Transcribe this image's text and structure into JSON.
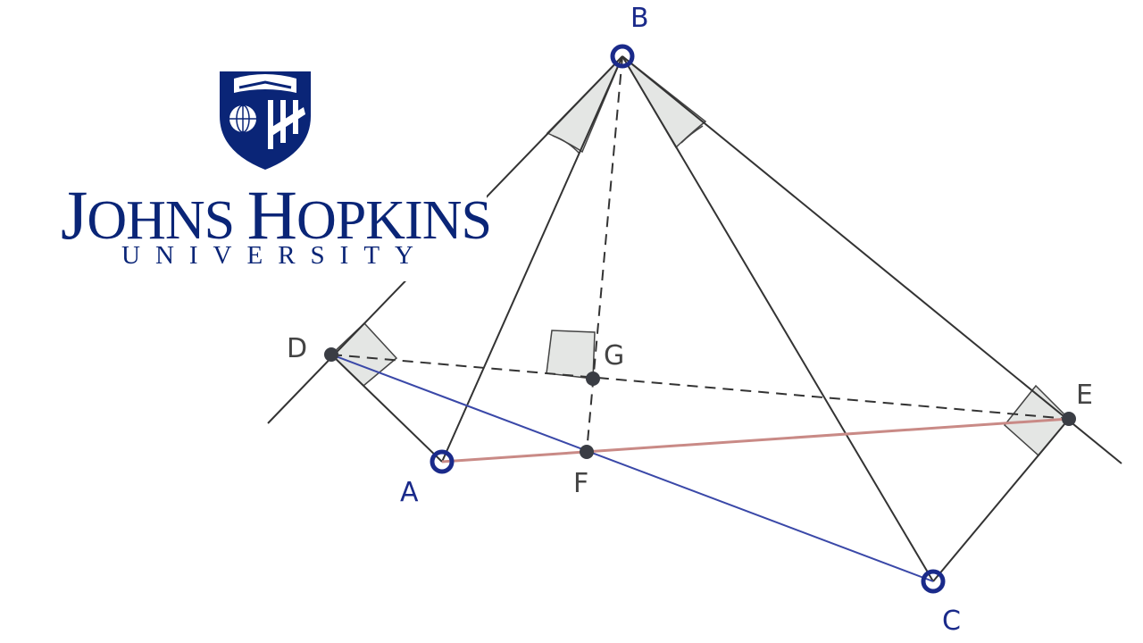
{
  "logo": {
    "name_line": "JOHNS HOPKINS",
    "name_first": "J",
    "name_rest1": "OHNS ",
    "name_h": "H",
    "name_rest2": "OPKINS",
    "subline": "UNIVERSITY",
    "color": "#0a2577"
  },
  "diagram": {
    "points": {
      "A": "A",
      "B": "B",
      "C": "C",
      "D": "D",
      "E": "E",
      "F": "F",
      "G": "G"
    },
    "colors": {
      "vertex": "#1a2a8a",
      "line": "#333333",
      "blue_segment": "#3a48a8",
      "red_segment": "#c98a86",
      "shade": "#e4e6e4"
    }
  }
}
